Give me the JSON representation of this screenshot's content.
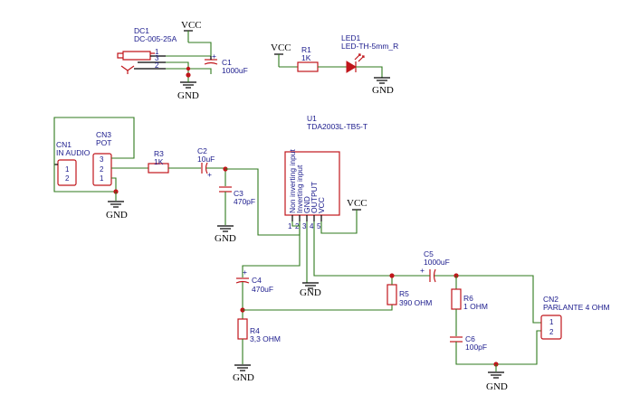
{
  "power": {
    "vcc": "VCC",
    "gnd": "GND"
  },
  "components": {
    "dc1": {
      "ref": "DC1",
      "value": "DC-005-25A",
      "pins": [
        "1",
        "3",
        "2"
      ]
    },
    "c1": {
      "ref": "C1",
      "value": "1000uF",
      "plus": "+"
    },
    "r1": {
      "ref": "R1",
      "value": "1K"
    },
    "led1": {
      "ref": "LED1",
      "value": "LED-TH-5mm_R"
    },
    "u1": {
      "ref": "U1",
      "value": "TDA2003L-TB5-T",
      "pins": [
        {
          "num": "1",
          "name": "Non inverting input"
        },
        {
          "num": "2",
          "name": "Inverting input"
        },
        {
          "num": "3",
          "name": "GND"
        },
        {
          "num": "4",
          "name": "OUTPUT"
        },
        {
          "num": "5",
          "name": "VCC"
        }
      ]
    },
    "cn1": {
      "ref": "CN1",
      "value": "IN AUDIO",
      "pins": [
        "1",
        "2"
      ]
    },
    "cn3": {
      "ref": "CN3",
      "value": "POT",
      "pins": [
        "3",
        "2",
        "1"
      ]
    },
    "r3": {
      "ref": "R3",
      "value": "1K"
    },
    "c2": {
      "ref": "C2",
      "value": "10uF",
      "plus": "+"
    },
    "c3": {
      "ref": "C3",
      "value": "470pF"
    },
    "c4": {
      "ref": "C4",
      "value": "470uF",
      "plus": "+"
    },
    "r4": {
      "ref": "R4",
      "value": "3,3 OHM"
    },
    "c5": {
      "ref": "C5",
      "value": "1000uF",
      "plus": "+"
    },
    "r5": {
      "ref": "R5",
      "value": "390 OHM"
    },
    "r6": {
      "ref": "R6",
      "value": "1 OHM"
    },
    "c6": {
      "ref": "C6",
      "value": "100pF"
    },
    "cn2": {
      "ref": "CN2",
      "value": "PARLANTE 4 OHM",
      "pins": [
        "1",
        "2"
      ]
    }
  }
}
